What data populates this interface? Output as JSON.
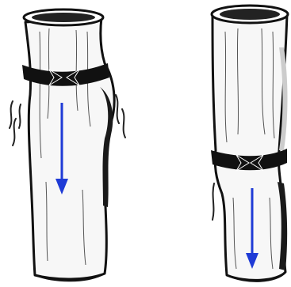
{
  "illustration": {
    "panels": [
      {
        "id": "left",
        "sleeve": "high",
        "arrow": "down"
      },
      {
        "id": "right",
        "sleeve": "low",
        "arrow": "down"
      }
    ],
    "colors": {
      "ink": "#111111",
      "tube_fill": "#f7f7f7",
      "tube_shade": "#cfcfcf",
      "arrow": "#1f3bd6",
      "background": "#ffffff"
    },
    "icons": [
      "tube-illustration",
      "compression-band-icon",
      "down-arrow-icon",
      "motion-lines-icon"
    ]
  }
}
